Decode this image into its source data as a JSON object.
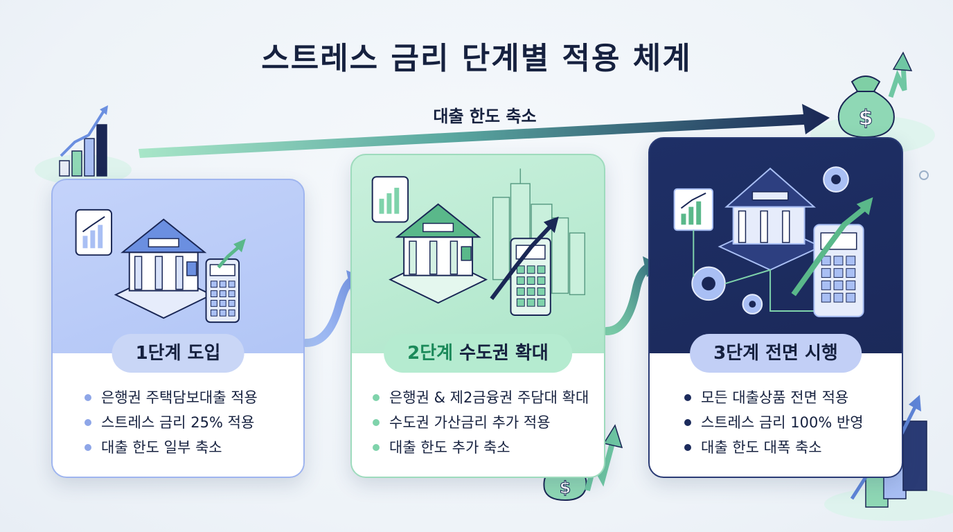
{
  "title": "스트레스 금리 단계별 적용 체계",
  "progress_label": "대출 한도 축소",
  "stages": [
    {
      "label": "1단계 도입",
      "bullets": [
        "은행권 주택담보대출 적용",
        "스트레스 금리 25% 적용",
        "대출 한도 일부 축소"
      ]
    },
    {
      "label_prefix": "2단계",
      "label_highlight": "수도권 확대",
      "bullets": [
        "은행권 & 제2금융권 주담대 확대",
        "수도권 가산금리 추가 적용",
        "대출 한도 추가 축소"
      ]
    },
    {
      "label": "3단계 전면 시행",
      "bullets": [
        "모든 대출상품 전면 적용",
        "스트레스 금리 100% 반영",
        "대출 한도 대폭 축소"
      ]
    }
  ],
  "colors": {
    "navy": "#1a2755",
    "stage1": "#a9bff4",
    "stage2": "#a3e2c3",
    "money_green": "#7fcfa5"
  }
}
